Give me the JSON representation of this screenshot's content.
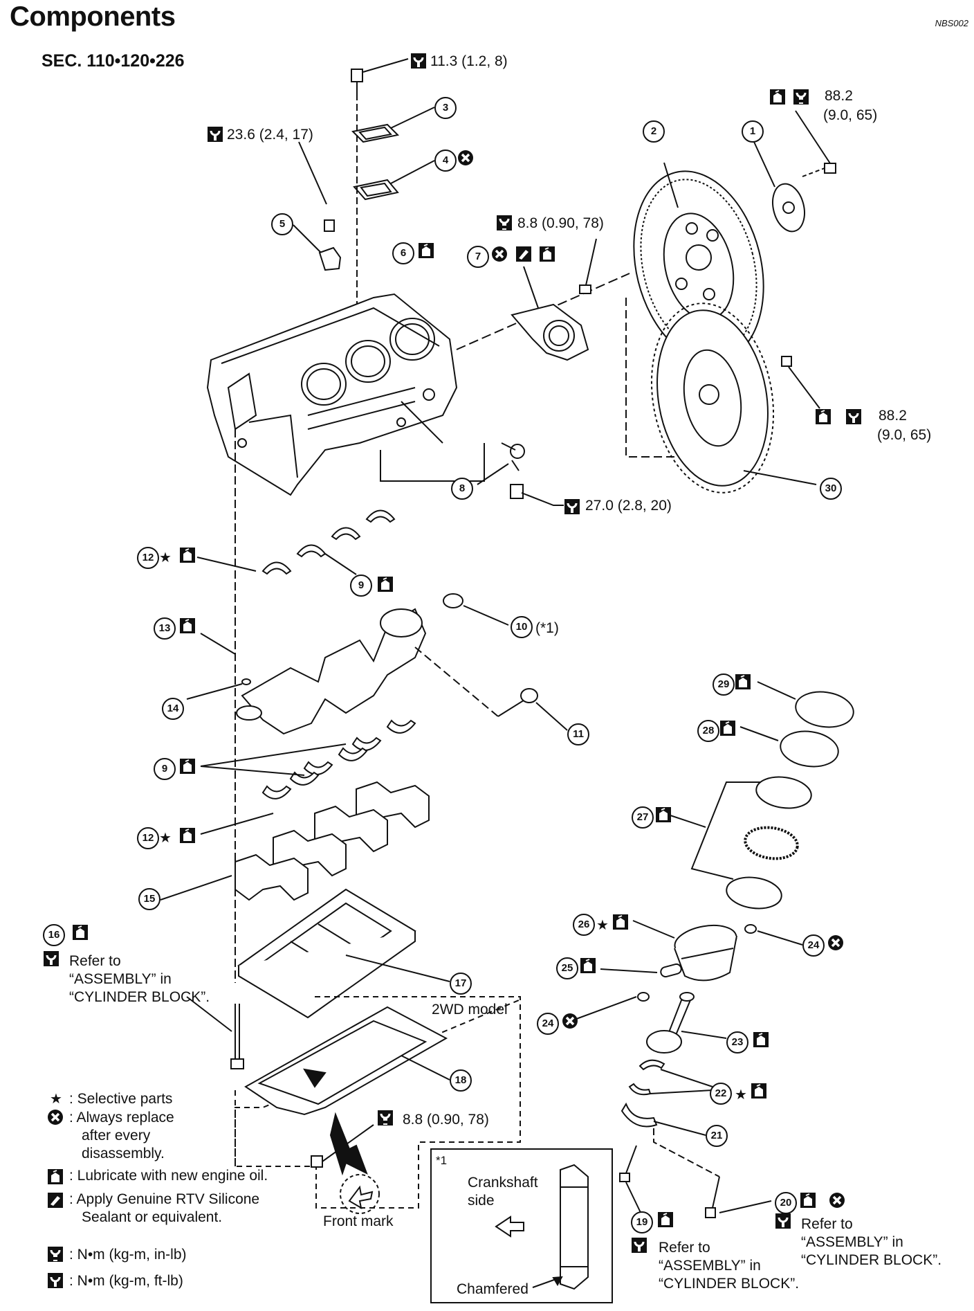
{
  "header": {
    "title": "Components",
    "section": "SEC. 110•120•226",
    "code": "NBS002"
  },
  "torques": {
    "t_top": "11.3 (1.2, 8)",
    "t_bracket": "23.6 (2.4, 17)",
    "t_flywheel": "88.2",
    "t_flywheel_b": "(9.0, 65)",
    "t_seal": "8.8 (0.90, 78)",
    "t_plug": "27.0 (2.8, 20)",
    "t_drive": "88.2",
    "t_drive_b": "(9.0, 65)",
    "t_oilpan": "8.8 (0.90, 78)"
  },
  "callouts": {
    "n1": "1",
    "n2": "2",
    "n3": "3",
    "n4": "4",
    "n5": "5",
    "n6": "6",
    "n7": "7",
    "n8": "8",
    "n9a": "9",
    "n9b": "9",
    "n10": "10",
    "n10_note": "(*1)",
    "n11": "11",
    "n12a": "12",
    "n12b": "12",
    "n13": "13",
    "n14": "14",
    "n15": "15",
    "n16": "16",
    "n17": "17",
    "n18": "18",
    "n19": "19",
    "n20": "20",
    "n21": "21",
    "n22": "22",
    "n23": "23",
    "n24a": "24",
    "n24b": "24",
    "n25": "25",
    "n26": "26",
    "n27": "27",
    "n28": "28",
    "n29": "29",
    "n30": "30"
  },
  "notes": {
    "refer_16_a": "Refer to",
    "refer_16_b": "“ASSEMBLY” in",
    "refer_16_c": "“CYLINDER BLOCK”.",
    "refer_19_a": "Refer to",
    "refer_19_b": "“ASSEMBLY” in",
    "refer_19_c": "“CYLINDER BLOCK”.",
    "refer_20_a": "Refer to",
    "refer_20_b": "“ASSEMBLY” in",
    "refer_20_c": "“CYLINDER BLOCK”.",
    "model_2wd": "2WD model",
    "front_mark": "Front mark",
    "inset_marker": "*1",
    "crank_side_a": "Crankshaft",
    "crank_side_b": "side",
    "chamfered": "Chamfered"
  },
  "legend": {
    "selective": ": Selective parts",
    "replace_a": ": Always replace",
    "replace_b": "after every",
    "replace_c": "disassembly.",
    "lubricate": ": Lubricate with new engine oil.",
    "sealant_a": ": Apply Genuine RTV Silicone",
    "sealant_b": "Sealant or equivalent.",
    "unit_inlb": ": N•m (kg-m, in-lb)",
    "unit_ftlb": ": N•m (kg-m, ft-lb)"
  },
  "icons": [
    "torque-wrench-icon",
    "always-replace-icon",
    "lubricate-oil-icon",
    "rtv-sealant-icon",
    "selective-star-icon",
    "front-arrow-icon"
  ],
  "colors": {
    "ink": "#111111",
    "paper": "#ffffff"
  }
}
